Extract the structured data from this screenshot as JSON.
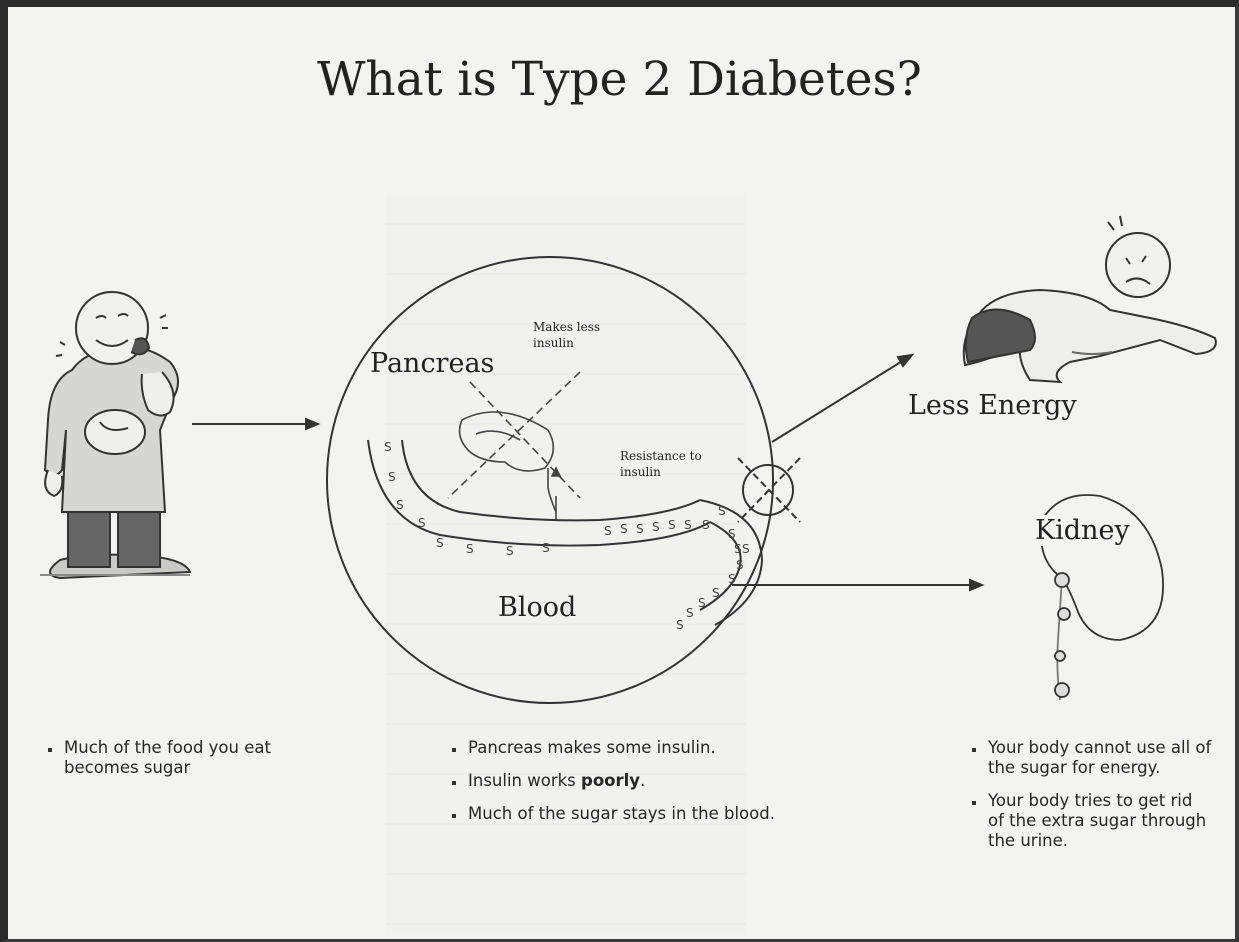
{
  "title": "What is Type 2 Diabetes?",
  "diagram": {
    "pancreas": "Pancreas",
    "makes_less": [
      "Makes less",
      "insulin"
    ],
    "resistance": [
      "Resistance to",
      "insulin"
    ],
    "blood": "Blood",
    "less_energy": "Less Energy",
    "kidney": "Kidney",
    "sugar_letter": "S"
  },
  "left_bullets": [
    {
      "text": "Much of the food you eat becomes sugar"
    }
  ],
  "middle_bullets": [
    {
      "text": "Pancreas makes some insulin."
    },
    {
      "prefix": "Insulin works ",
      "bold": "poorly",
      "suffix": "."
    },
    {
      "text": "Much of the sugar stays in the blood."
    }
  ],
  "right_bullets": [
    {
      "text": "Your body cannot use all of the sugar for energy."
    },
    {
      "text": "Your body tries to get rid of the extra sugar through the urine."
    }
  ]
}
